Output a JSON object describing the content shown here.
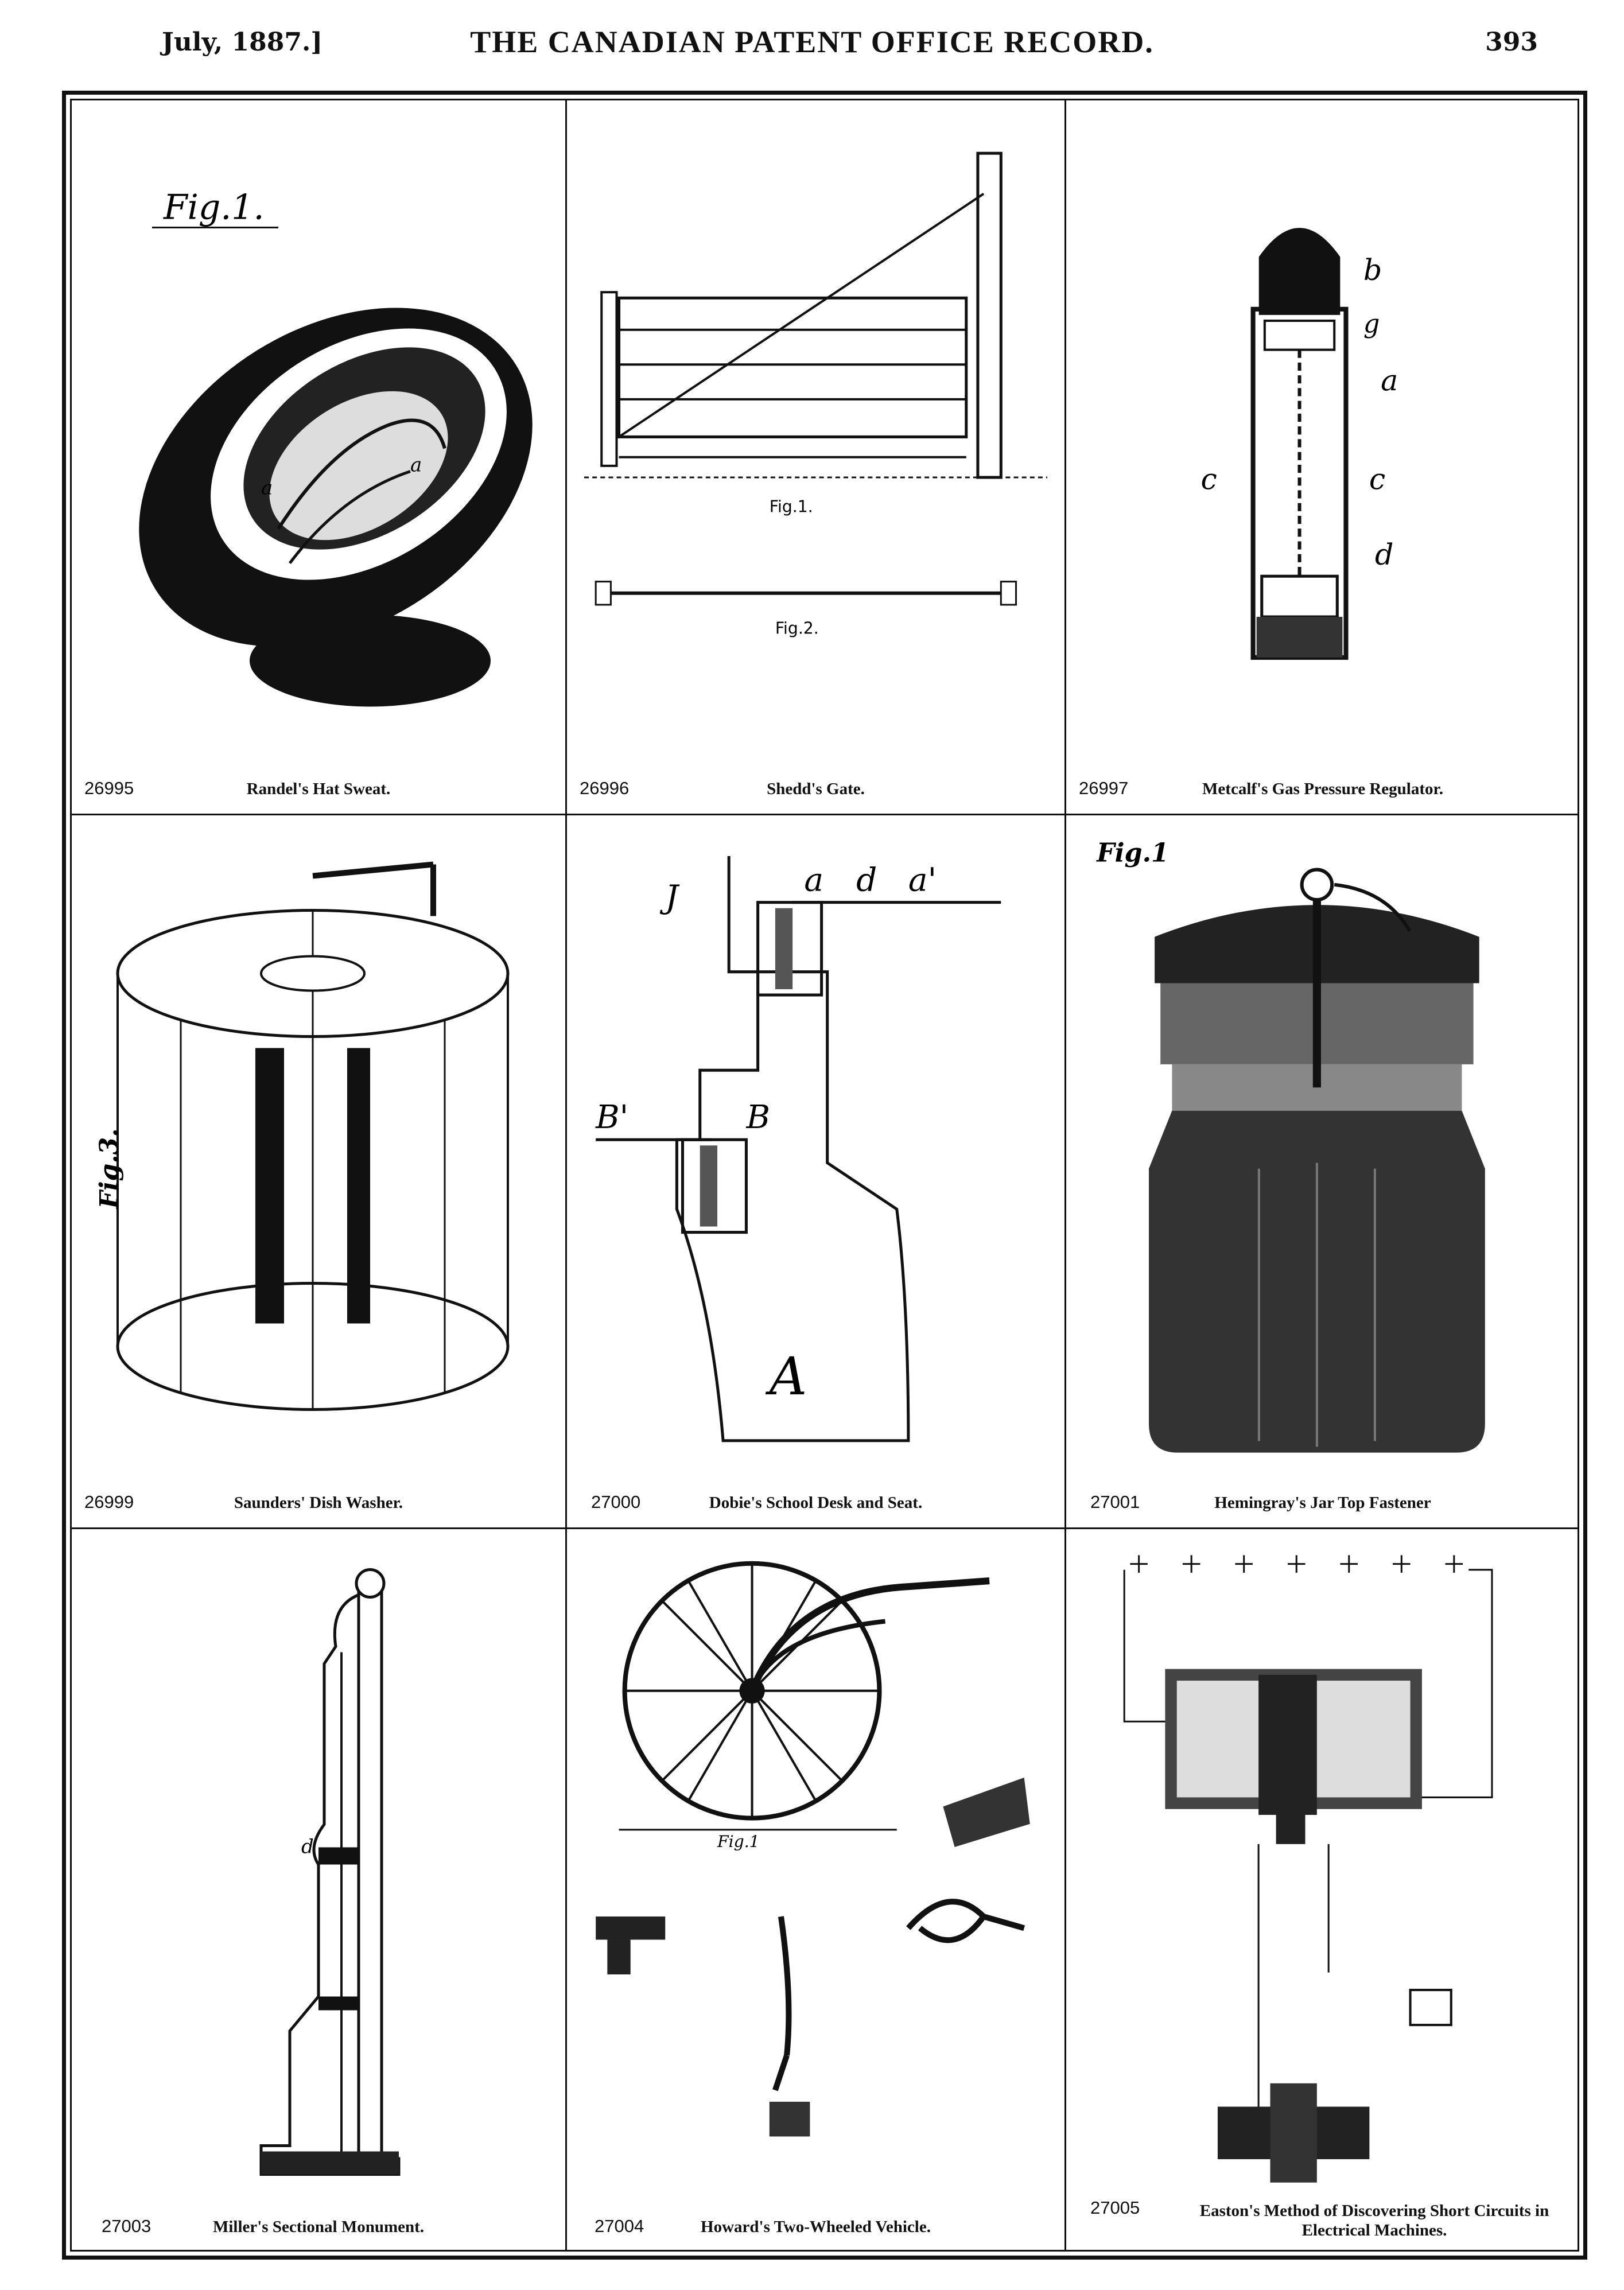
{
  "header": {
    "date": "July, 1887.]",
    "title": "THE CANADIAN PATENT OFFICE RECORD.",
    "page_number": "393"
  },
  "patents": [
    {
      "number": "26995",
      "title": "Randel's Hat Sweat.",
      "fig_label": "Fig.1."
    },
    {
      "number": "26996",
      "title": "Shedd's Gate.",
      "fig_label": "Fig.1.",
      "fig_label_2": "Fig.2."
    },
    {
      "number": "26997",
      "title": "Metcalf's Gas Pressure Regulator."
    },
    {
      "number": "26999",
      "title": "Saunders' Dish Washer.",
      "fig_label": "Fig.3."
    },
    {
      "number": "27000",
      "title": "Dobie's School Desk and Seat."
    },
    {
      "number": "27001",
      "title": "Hemingray's Jar Top Fastener",
      "fig_label": "Fig.1"
    },
    {
      "number": "27003",
      "title": "Miller's Sectional Monument."
    },
    {
      "number": "27004",
      "title": "Howard's Two-Wheeled Vehicle.",
      "fig_label": "Fig.1"
    },
    {
      "number": "27005",
      "title": "Easton's Method of Discovering Short Circuits in Electrical Machines."
    }
  ]
}
